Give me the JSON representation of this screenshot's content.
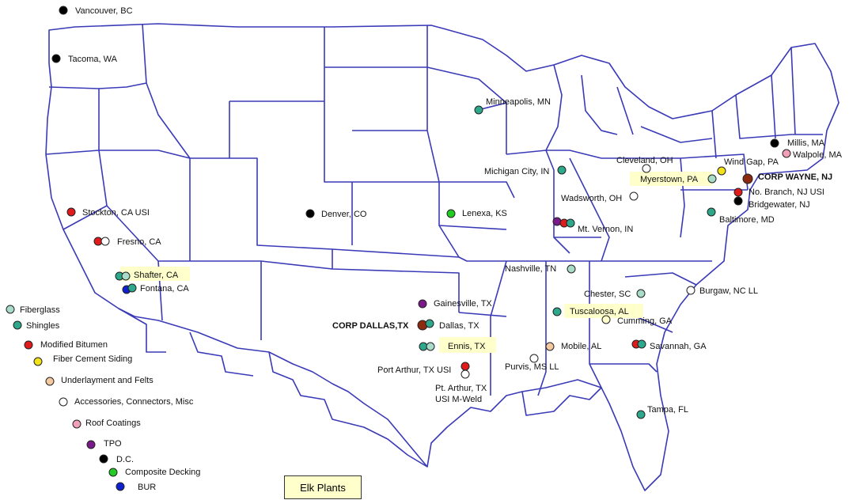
{
  "title": "Elk Plants",
  "colors": {
    "border": "#3a3ab8",
    "highlight": "#ffffcc"
  },
  "legend": [
    {
      "label": "Fiberglass",
      "color": "#a8dcc8"
    },
    {
      "label": "Shingles",
      "color": "#2ea88a"
    },
    {
      "label": "Modified Bitumen",
      "color": "#e01b1b"
    },
    {
      "label": "Fiber Cement Siding",
      "color": "#f2e21a"
    },
    {
      "label": "Underlayment and Felts",
      "color": "#f5c9a0"
    },
    {
      "label": "Accessories, Connectors, Misc",
      "color": "#ffffff"
    },
    {
      "label": "Roof Coatings",
      "color": "#f2a0b8"
    },
    {
      "label": "TPO",
      "color": "#7a1a8a"
    },
    {
      "label": "D.C.",
      "color": "#000000"
    },
    {
      "label": "Composite Decking",
      "color": "#22cc22"
    },
    {
      "label": "BUR",
      "color": "#1020d0"
    }
  ],
  "locations": [
    {
      "label": "Vancouver, BC"
    },
    {
      "label": "Tacoma, WA"
    },
    {
      "label": "Stockton, CA USI"
    },
    {
      "label": "Fresno, CA"
    },
    {
      "label": "Shafter, CA"
    },
    {
      "label": "Fontana, CA"
    },
    {
      "label": "Denver, CO"
    },
    {
      "label": "Minneapolis, MN"
    },
    {
      "label": "Lenexa, KS"
    },
    {
      "label": "Michigan City, IN"
    },
    {
      "label": "Wadsworth, OH"
    },
    {
      "label": "Cleveland, OH"
    },
    {
      "label": "Myerstown, PA"
    },
    {
      "label": "Wind Gap, PA"
    },
    {
      "label": "Millis, MA"
    },
    {
      "label": "Walpole, MA"
    },
    {
      "label": "CORP WAYNE, NJ"
    },
    {
      "label": "No. Branch, NJ USI"
    },
    {
      "label": "Bridgewater, NJ"
    },
    {
      "label": "Baltimore, MD"
    },
    {
      "label": "Mt. Vernon, IN"
    },
    {
      "label": "Nashville, TN"
    },
    {
      "label": "Chester, SC"
    },
    {
      "label": "Burgaw, NC LL"
    },
    {
      "label": "Tuscaloosa, AL"
    },
    {
      "label": "Cumming, GA"
    },
    {
      "label": "Gainesville, TX"
    },
    {
      "label": "CORP DALLAS,TX"
    },
    {
      "label": "Dallas, TX"
    },
    {
      "label": "Ennis, TX"
    },
    {
      "label": "Mobile, AL"
    },
    {
      "label": "Savannah, GA"
    },
    {
      "label": "Purvis, MS LL"
    },
    {
      "label": "Port Arthur, TX USI"
    },
    {
      "label": "Pt. Arthur, TX"
    },
    {
      "label": "USI M-Weld"
    },
    {
      "label": "Tampa, FL"
    }
  ]
}
